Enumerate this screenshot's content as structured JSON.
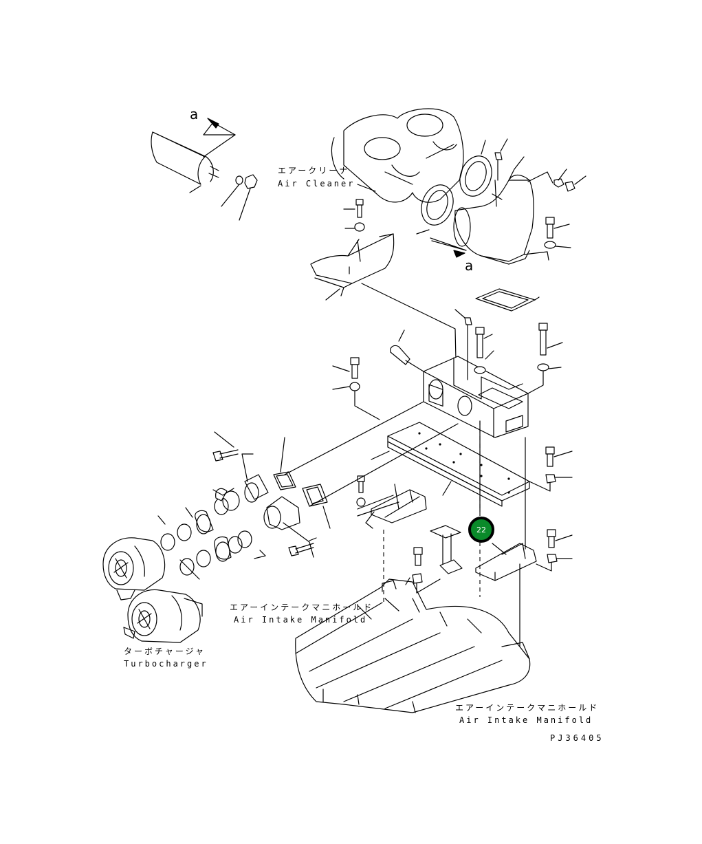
{
  "labels": {
    "air_cleaner_jp": "エアークリーナ",
    "air_cleaner_en": "Air Cleaner",
    "manifold_jp": "エアーインテークマニホールド",
    "manifold_en": "Air Intake Manifold",
    "turbo_jp": "ターボチャージャ",
    "turbo_en": "Turbocharger",
    "view_a": "a",
    "callout": "22",
    "drawing_code": "PJ36405"
  },
  "colors": {
    "callout_fill": "#0a8a2a",
    "line": "#000000"
  }
}
